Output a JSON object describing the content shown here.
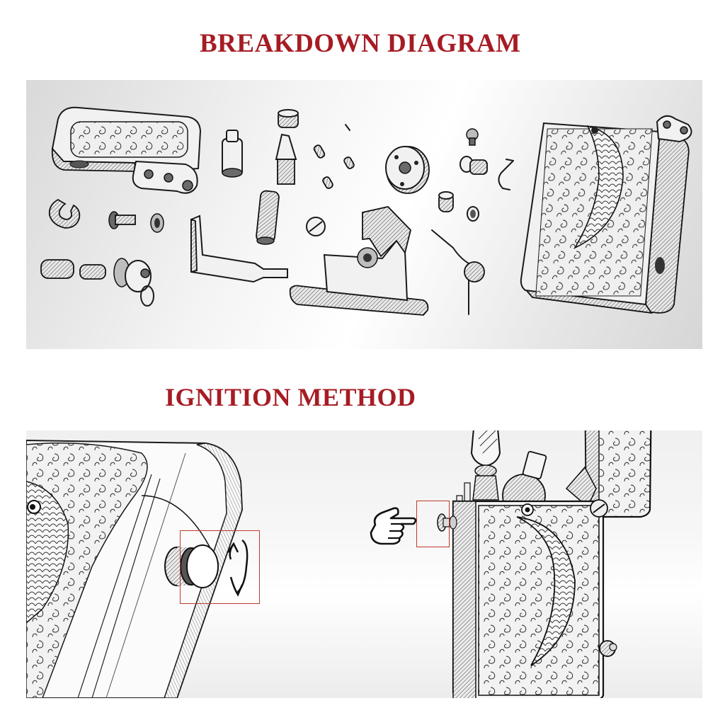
{
  "sections": {
    "breakdown": {
      "title": "BREAKDOWN DIAGRAM",
      "parts": [
        "engraved-lid",
        "lid-hinge-plate",
        "c-ring",
        "screw",
        "washer",
        "threaded-sleeve",
        "short-sleeve",
        "valve-knob-assembly",
        "cylinder-cap",
        "cylinder-plug",
        "nozzle-burner",
        "flint-tube",
        "l-shaped-lever",
        "small-springs",
        "pin",
        "flat-head-screw",
        "flint-wheel",
        "insert-chassis",
        "mushroom-knob",
        "coil-spring",
        "short-cylinder",
        "ring-washer",
        "torsion-spring",
        "engraved-koi-case"
      ]
    },
    "ignition": {
      "title": "IGNITION METHOD",
      "steps": [
        {
          "id": "rotate-knob",
          "icon": "rotate-arrows-icon",
          "highlight_color": "#c0392b"
        },
        {
          "id": "press-button",
          "icon": "pointing-hand-icon",
          "highlight_color": "#c0392b"
        }
      ]
    }
  },
  "colors": {
    "heading": "#a61c24",
    "highlight": "#c0392b",
    "ink": "#1a1a1a"
  }
}
